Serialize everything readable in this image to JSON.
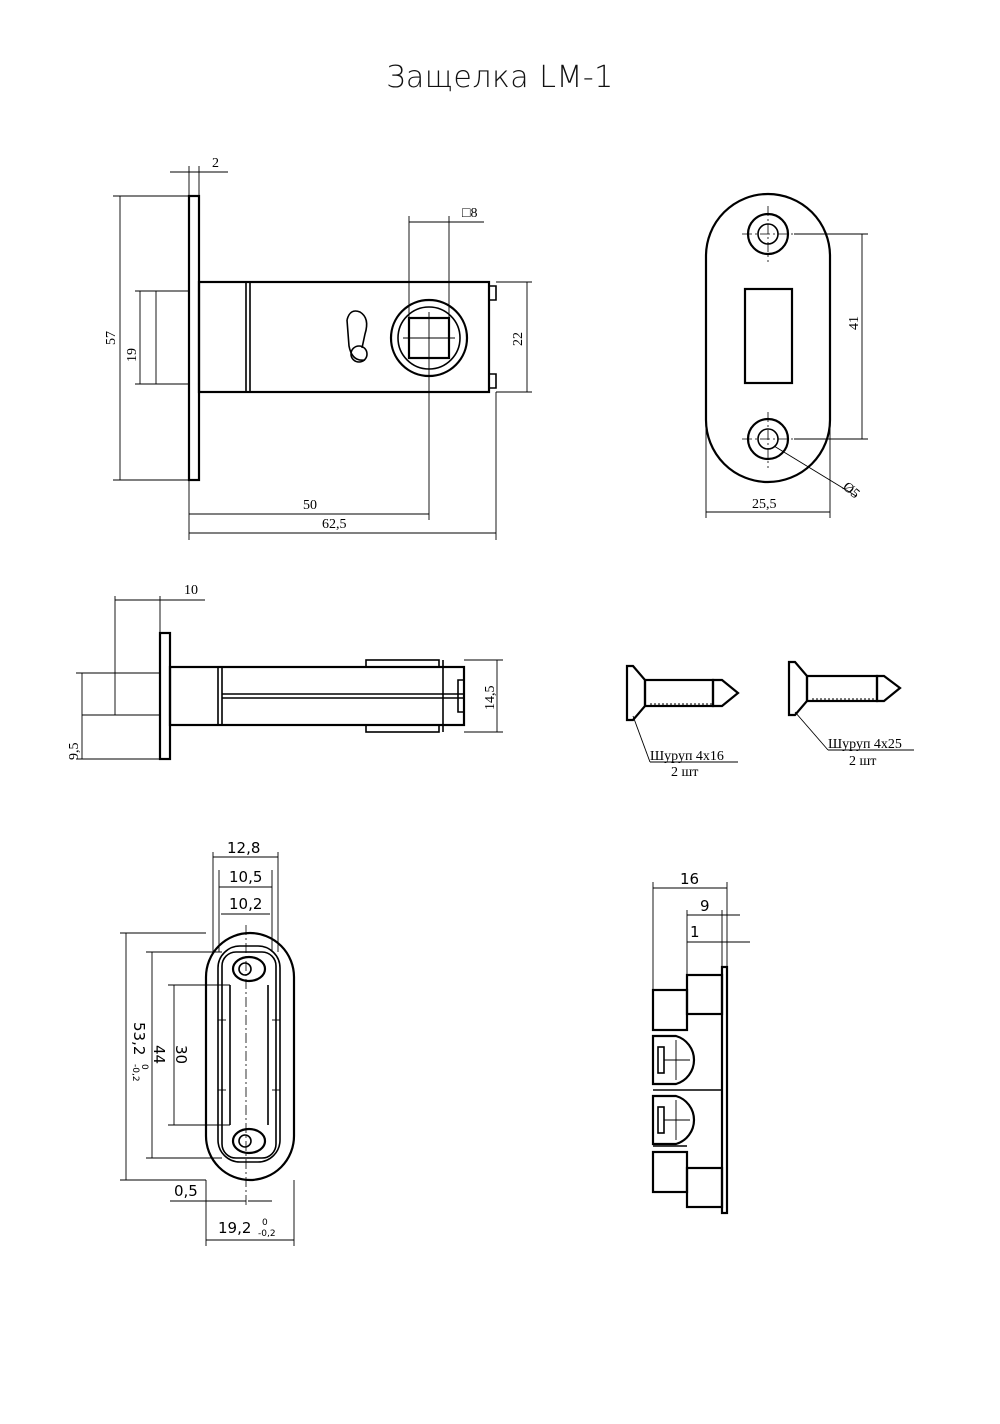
{
  "title": "Защелка LM-1",
  "front_view": {
    "dim_plate_thickness": "2",
    "dim_square": "□8",
    "dim_height": "57",
    "dim_bolt_window": "19",
    "dim_body_height": "22",
    "dim_backset": "50",
    "dim_total_length": "62,5"
  },
  "strike_plate": {
    "dim_hole_spacing": "41",
    "dim_width": "25,5",
    "dim_hole_diameter": "Ø5"
  },
  "top_view": {
    "dim_plate_offset": "10",
    "dim_plate_half": "9,5",
    "dim_body_width": "14,5"
  },
  "screws": [
    {
      "label": "Шуруп 4x16",
      "qty": "2 шт"
    },
    {
      "label": "Шуруп 4x25",
      "qty": "2 шт"
    }
  ],
  "faceplate_view": {
    "dim_a": "12,8",
    "dim_b": "10,5",
    "dim_c": "10,2",
    "dim_slot": "30",
    "dim_holes": "44",
    "dim_length": "53,2",
    "dim_length_tol": "-0,2",
    "dim_length_tol_top": "0",
    "dim_offset": "0,5",
    "dim_width": "19,2",
    "dim_width_tol": "-0,2",
    "dim_width_tol_top": "0"
  },
  "strike_side_view": {
    "dim_depth": "16",
    "dim_inner": "9",
    "dim_plate": "1"
  }
}
